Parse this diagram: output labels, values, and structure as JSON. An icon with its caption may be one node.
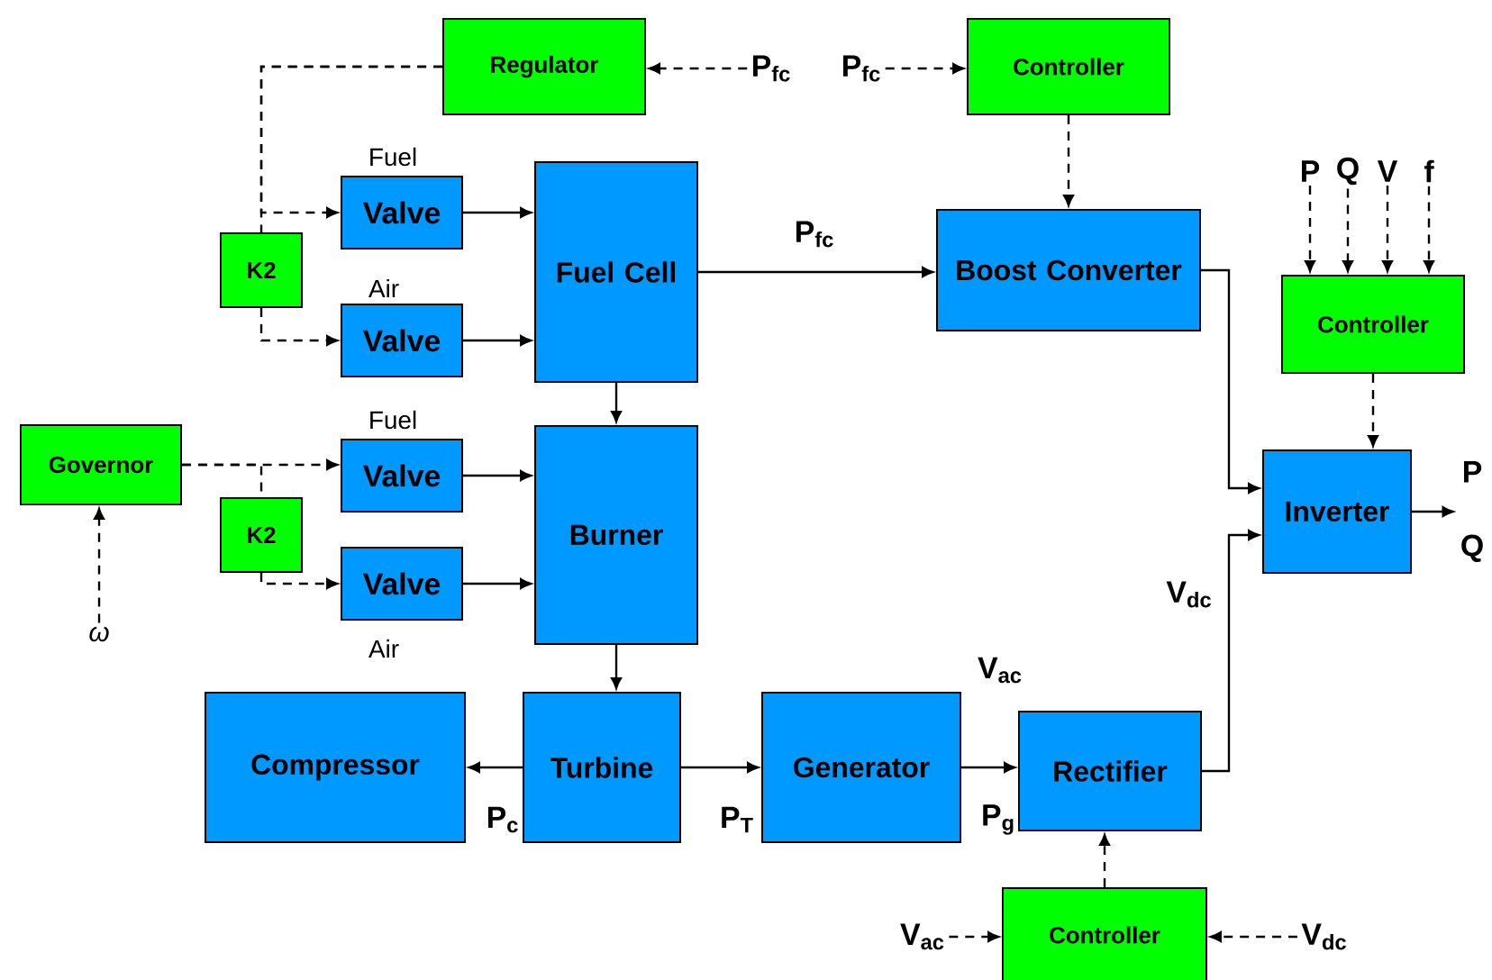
{
  "diagram": {
    "nodes": [
      {
        "text": [
          "Regulator"
        ]
      },
      {
        "text": [
          "Controller"
        ]
      },
      {
        "text": [
          "P$_{fc}$"
        ]
      },
      {
        "text": [
          "P$_{fc}$"
        ]
      },
      {
        "text": [
          "K2"
        ]
      },
      {
        "text": [
          "Valve"
        ],
        "beside": [
          "Fuel"
        ]
      },
      {
        "text": [
          "Valve"
        ],
        "beside": [
          "Air"
        ]
      },
      {
        "text": [
          "Fuel Cell"
        ]
      },
      {
        "text": [
          "Boost Converter"
        ]
      },
      {
        "text": [
          "P"
        ]
      },
      {
        "text": [
          "Q"
        ]
      },
      {
        "text": [
          "V"
        ]
      },
      {
        "text": [
          "f"
        ]
      },
      {
        "text": [
          "Controller"
        ]
      },
      {
        "text": [
          "Governor"
        ]
      },
      {
        "text": [
          "ω"
        ]
      },
      {
        "text": [
          "K2"
        ]
      },
      {
        "text": [
          "Valve"
        ],
        "beside": [
          "Fuel"
        ]
      },
      {
        "text": [
          "Valve"
        ],
        "beside": [
          "Air"
        ]
      },
      {
        "text": [
          "Burner"
        ]
      },
      {
        "text": [
          "Inverter"
        ]
      },
      {
        "text": [
          "Compressor"
        ]
      },
      {
        "text": [
          "Turbine"
        ]
      },
      {
        "text": [
          "Generator"
        ]
      },
      {
        "text": [
          "Rectifier"
        ]
      },
      {
        "text": [
          "Controller"
        ]
      },
      {
        "text": [
          "V$_{ac}$"
        ]
      },
      {
        "text": [
          "V$_{dc}$"
        ]
      },
      {
        "text": [
          "P",
          "Q"
        ]
      }
    ],
    "edges": [
      {
        "from": 2,
        "to": 0,
        "arrow": "to",
        "style": "dashed"
      },
      {
        "from": 3,
        "to": 1,
        "arrow": "to",
        "style": "dashed"
      },
      {
        "from": 0,
        "to": 5,
        "arrow": "to",
        "style": "dashed"
      },
      {
        "from": 0,
        "to": 4,
        "arrow": "none",
        "style": "dashed"
      },
      {
        "from": 4,
        "to": 6,
        "arrow": "to",
        "style": "dashed"
      },
      {
        "from": 5,
        "to": 7,
        "arrow": "to"
      },
      {
        "from": 6,
        "to": 7,
        "arrow": "to"
      },
      {
        "from": 14,
        "to": 17,
        "arrow": "to",
        "style": "dashed"
      },
      {
        "from": 14,
        "to": 16,
        "arrow": "none",
        "style": "dashed"
      },
      {
        "from": 16,
        "to": 18,
        "arrow": "to",
        "style": "dashed"
      },
      {
        "from": 17,
        "to": 19,
        "arrow": "to"
      },
      {
        "from": 18,
        "to": 19,
        "arrow": "to"
      },
      {
        "from": 7,
        "to": 19,
        "arrow": "to"
      },
      {
        "from": 7,
        "to": 8,
        "arrow": "to",
        "label": "P$_{fc}$"
      },
      {
        "from": 1,
        "to": 8,
        "arrow": "to",
        "style": "dashed"
      },
      {
        "from": 9,
        "to": 13,
        "arrow": "to",
        "style": "dashed"
      },
      {
        "from": 10,
        "to": 13,
        "arrow": "to",
        "style": "dashed"
      },
      {
        "from": 11,
        "to": 13,
        "arrow": "to",
        "style": "dashed"
      },
      {
        "from": 12,
        "to": 13,
        "arrow": "to",
        "style": "dashed"
      },
      {
        "from": 13,
        "to": 20,
        "arrow": "to",
        "style": "dashed"
      },
      {
        "from": 8,
        "to": 20,
        "arrow": "to"
      },
      {
        "from": 24,
        "to": 20,
        "arrow": "to"
      },
      {
        "from": 15,
        "to": 14,
        "arrow": "to",
        "style": "dashed"
      },
      {
        "from": 19,
        "to": 22,
        "arrow": "to"
      },
      {
        "from": 22,
        "to": 21,
        "arrow": "to",
        "label": "P$_{c}$"
      },
      {
        "from": 22,
        "to": 23,
        "arrow": "to",
        "label": "P$_{T}$"
      },
      {
        "from": 23,
        "to": 24,
        "arrow": "to",
        "label": "P$_{g}$"
      },
      {
        "from": 25,
        "to": 24,
        "arrow": "to",
        "style": "dashed"
      },
      {
        "from": 26,
        "to": 25,
        "arrow": "to",
        "style": "dashed"
      },
      {
        "from": 27,
        "to": 25,
        "arrow": "to",
        "style": "dashed"
      },
      {
        "from": 20,
        "to": 28,
        "arrow": "to"
      }
    ],
    "labels": [
      "V$_{dc}$",
      "V$_{ac}$"
    ]
  }
}
